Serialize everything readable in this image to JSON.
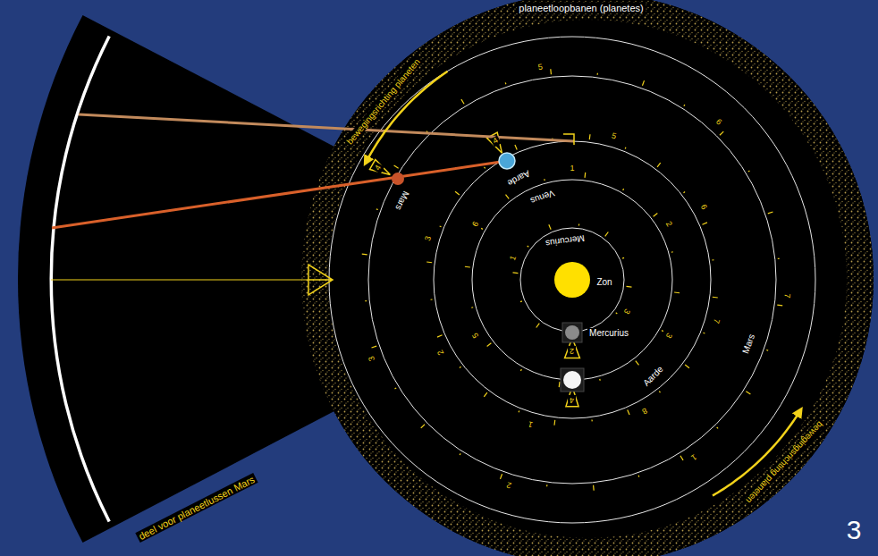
{
  "diagram": {
    "labels": [
      "planeetloopbanen (planetes)",
      "bewegingsrichting planeten",
      "Mars",
      "Aarde",
      "Venus",
      "Mercurius",
      "Zon",
      "Mercurius",
      "Aarde",
      "Mars",
      "bewegingsrichting planeten",
      "deel voor planeetlussen Mars",
      "3",
      "1",
      "2",
      "3",
      "1",
      "2",
      "3",
      "4",
      "5",
      "6",
      "1",
      "2",
      "3",
      "4",
      "5",
      "6",
      "7",
      "8",
      "1",
      "2",
      "3",
      "4",
      "5",
      "6",
      "7"
    ]
  }
}
